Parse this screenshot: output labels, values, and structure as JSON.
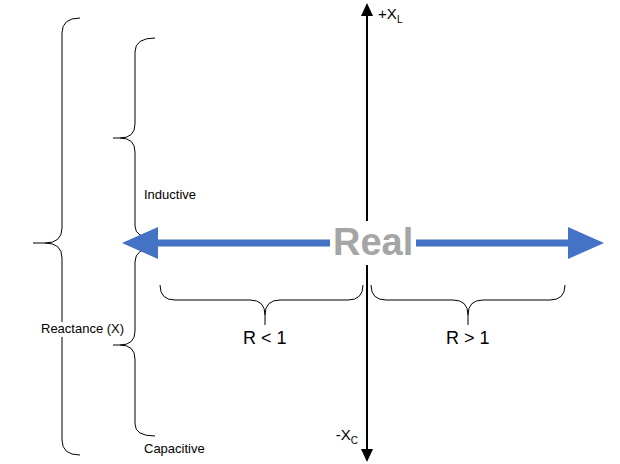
{
  "diagram": {
    "labels": [
      "+X",
      "L",
      "Inductive",
      "Real",
      "Reactance (X)",
      "R < 1",
      "R > 1",
      "Capacitive",
      "-X",
      "C"
    ]
  }
}
